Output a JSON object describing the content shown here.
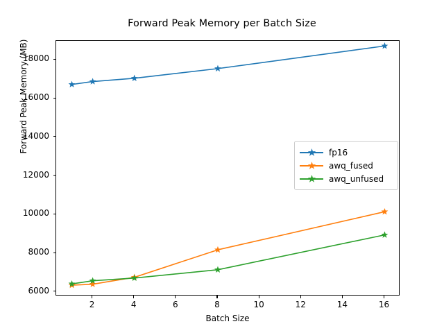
{
  "chart_data": {
    "type": "line",
    "title": "Forward Peak Memory per Batch Size",
    "xlabel": "Batch Size",
    "ylabel": "Forward Peak Memory (MB)",
    "x": [
      1,
      2,
      4,
      8,
      16
    ],
    "xlim": [
      0.25,
      16.75
    ],
    "ylim": [
      5780,
      18980
    ],
    "xticks": [
      2,
      4,
      6,
      8,
      10,
      12,
      14,
      16
    ],
    "xtick_labels": [
      "2",
      "4",
      "6",
      "8",
      "10",
      "12",
      "14",
      "16"
    ],
    "yticks": [
      6000,
      8000,
      10000,
      12000,
      14000,
      16000,
      18000
    ],
    "ytick_labels": [
      "6000",
      "8000",
      "10000",
      "12000",
      "14000",
      "16000",
      "18000"
    ],
    "grid": false,
    "legend_position": "center right",
    "marker": "star",
    "series": [
      {
        "name": "fp16",
        "color": "#1f77b4",
        "values": [
          16730,
          16880,
          17050,
          17550,
          18720
        ]
      },
      {
        "name": "awq_fused",
        "color": "#ff7f0e",
        "values": [
          6350,
          6400,
          6760,
          8180,
          10150
        ]
      },
      {
        "name": "awq_unfused",
        "color": "#2ca02c",
        "values": [
          6420,
          6580,
          6720,
          7150,
          8950
        ]
      }
    ]
  },
  "legend": {
    "entries": [
      {
        "label": "fp16"
      },
      {
        "label": "awq_fused"
      },
      {
        "label": "awq_unfused"
      }
    ]
  }
}
